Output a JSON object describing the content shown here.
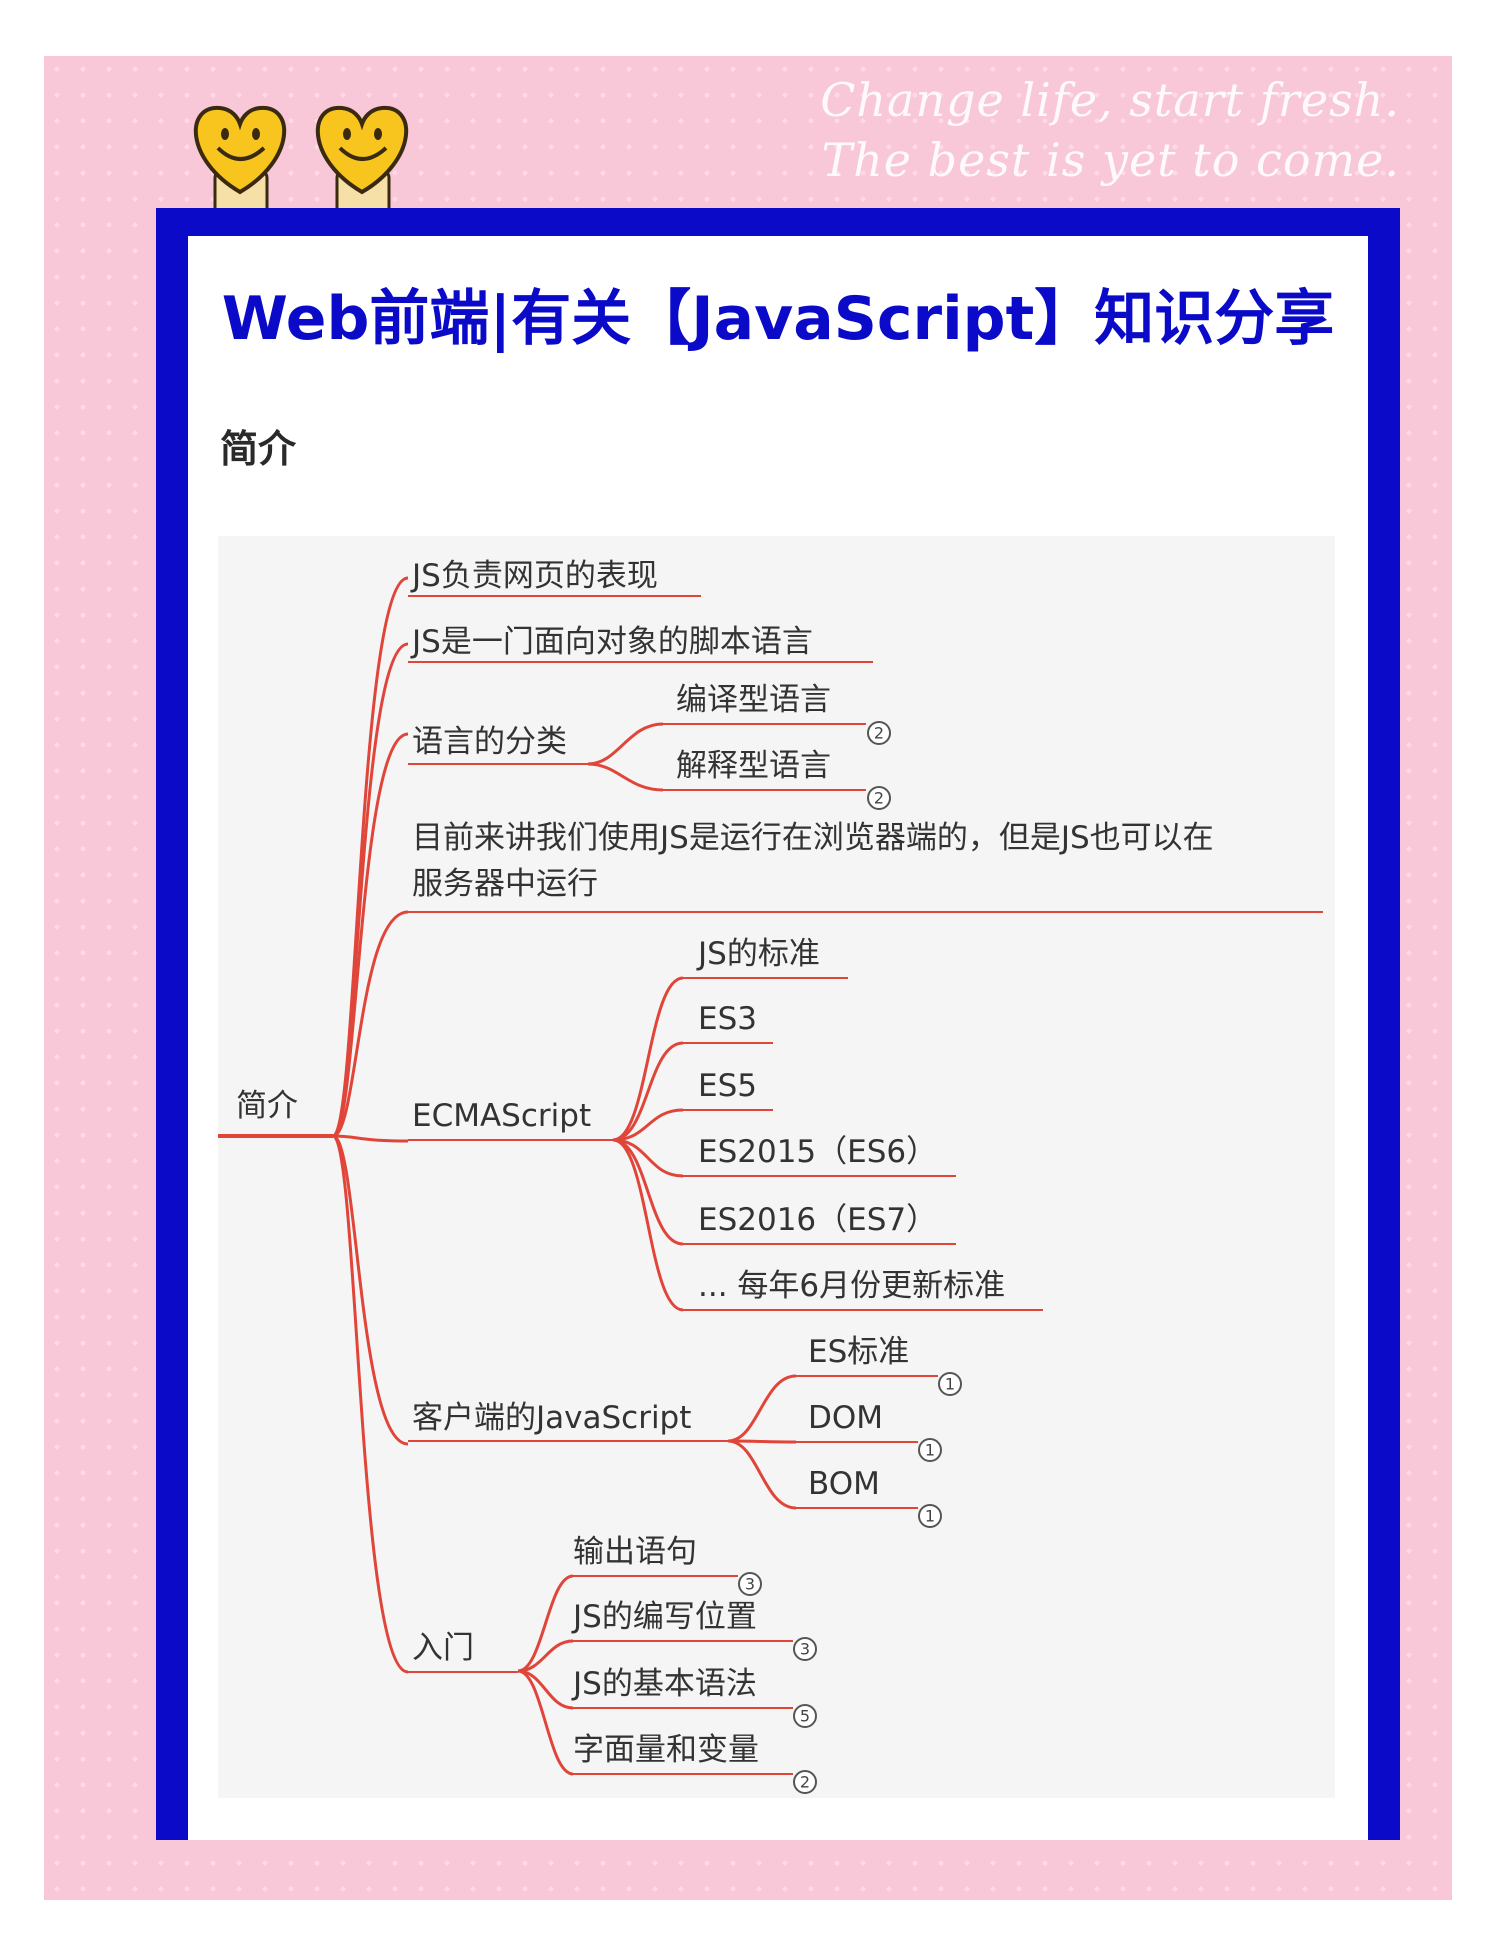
{
  "tagline": {
    "line1": "Change life, start fresh.",
    "line2": "The best is yet to come."
  },
  "title": "Web前端|有关【JavaScript】知识分享",
  "section_heading": "简介",
  "mindmap": {
    "root": "简介",
    "branches": [
      {
        "label": "JS负责网页的表现"
      },
      {
        "label": "JS是一门面向对象的脚本语言"
      },
      {
        "label": "语言的分类",
        "children": [
          {
            "label": "编译型语言",
            "count": "2"
          },
          {
            "label": "解释型语言",
            "count": "2"
          }
        ]
      },
      {
        "label_line1": "目前来讲我们使用JS是运行在浏览器端的，但是JS也可以在",
        "label_line2": "服务器中运行"
      },
      {
        "label": "ECMAScript",
        "children": [
          {
            "label": "JS的标准"
          },
          {
            "label": "ES3"
          },
          {
            "label": "ES5"
          },
          {
            "label": "ES2015（ES6）"
          },
          {
            "label": "ES2016（ES7）"
          },
          {
            "label": "... 每年6月份更新标准"
          }
        ]
      },
      {
        "label": "客户端的JavaScript",
        "children": [
          {
            "label": "ES标准",
            "count": "1"
          },
          {
            "label": "DOM",
            "count": "1"
          },
          {
            "label": "BOM",
            "count": "1"
          }
        ]
      },
      {
        "label": "入门",
        "children": [
          {
            "label": "输出语句",
            "count": "3"
          },
          {
            "label": "JS的编写位置",
            "count": "3"
          },
          {
            "label": "JS的基本语法",
            "count": "5"
          },
          {
            "label": "字面量和变量",
            "count": "2"
          }
        ]
      }
    ]
  },
  "colors": {
    "frame": "#0a0ac8",
    "pink": "#f8c7d8",
    "branch": "#e0453a",
    "title": "#0a0ac8"
  }
}
